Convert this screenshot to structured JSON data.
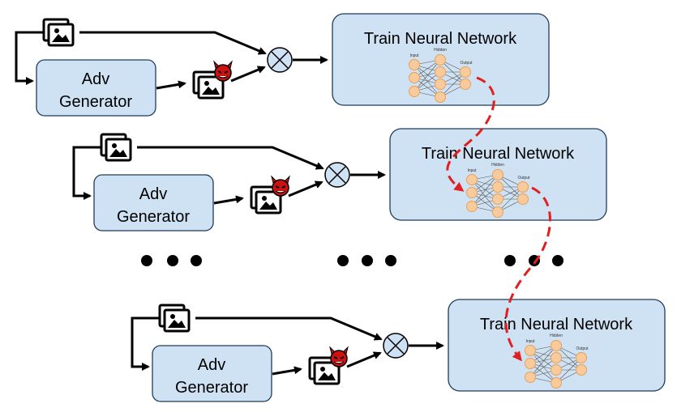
{
  "rows": [
    {
      "generator_label_line1": "Adv",
      "generator_label_line2": "Generator",
      "network_title": "Train Neural Network",
      "nn_labels": {
        "input": "Input",
        "hidden": "Hidden",
        "output": "Output"
      }
    },
    {
      "generator_label_line1": "Adv",
      "generator_label_line2": "Generator",
      "network_title": "Train Neural Network",
      "nn_labels": {
        "input": "Input",
        "hidden": "Hidden",
        "output": "Output"
      }
    },
    {
      "generator_label_line1": "Adv",
      "generator_label_line2": "Generator",
      "network_title": "Train Neural Network",
      "nn_labels": {
        "input": "Input",
        "hidden": "Hidden",
        "output": "Output"
      }
    }
  ],
  "colors": {
    "box_fill": "#cfe2f3",
    "box_stroke": "#1f3c5a",
    "neuron_fill": "#f9cb9c",
    "neuron_stroke": "#e6a15a",
    "weight_link": "#e03030",
    "devil_red": "#cc1111"
  },
  "icons": {
    "clean_image": "image-stack-icon",
    "adversarial_image": "devil-image-stack-icon",
    "combine": "circled-x-icon"
  }
}
